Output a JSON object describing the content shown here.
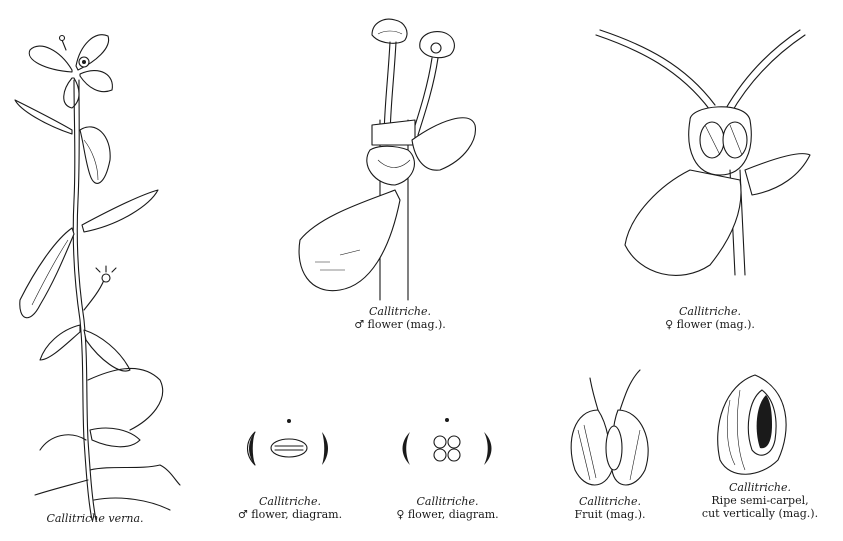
{
  "figures": [
    {
      "id": "plant",
      "genus": "Callitriche verna.",
      "lines": []
    },
    {
      "id": "male-flower",
      "genus": "Callitriche.",
      "lines": [
        "♂ flower (mag.)."
      ]
    },
    {
      "id": "female-flower",
      "genus": "Callitriche.",
      "lines": [
        "♀ flower (mag.)."
      ]
    },
    {
      "id": "male-diagram",
      "genus": "Callitriche.",
      "lines": [
        "♂ flower, diagram."
      ]
    },
    {
      "id": "female-diagram",
      "genus": "Callitriche.",
      "lines": [
        "♀ flower, diagram."
      ]
    },
    {
      "id": "fruit",
      "genus": "Callitriche.",
      "lines": [
        "Fruit (mag.)."
      ]
    },
    {
      "id": "semi-carpel",
      "genus": "Callitriche.",
      "lines": [
        "Ripe semi-carpel,",
        "cut vertically (mag.)."
      ]
    }
  ]
}
